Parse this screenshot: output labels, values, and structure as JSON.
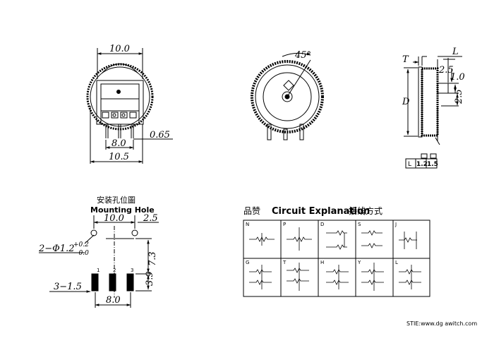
{
  "front_view": {
    "width_dim": "10.0",
    "pin_pitch_dim": "8.0",
    "pin_thickness_dim": "0.65",
    "overall_dim": "10.5"
  },
  "knob_view": {
    "angle_dim": "45°"
  },
  "side_view": {
    "t_label": "T",
    "l_label": "L",
    "d_label": "D",
    "dim_2_5_top": "2.5",
    "dim_1_0": "1.0",
    "dim_2_5_side": "2.5",
    "table_headers": [
      "L",
      "1.2",
      "1.5"
    ]
  },
  "mounting": {
    "title_cn": "安装孔位圖",
    "title_en": "Mounting Hole",
    "dim_10_0": "10.0",
    "dim_2_5": "2.5",
    "hole_dim": "2−Φ1.2",
    "tol_plus": "+0.2",
    "tol_minus": "−0.0",
    "dim_7_3": "7.3",
    "dim_3_9": "3.9",
    "slot_dim": "3−1.5",
    "dim_8_0": "8.0",
    "pin_labels": [
      "1",
      "2",
      "3"
    ]
  },
  "circuit": {
    "title_cn_left": "品赞",
    "title_en": "Circuit Explanation",
    "title_cn_right": "接线方式",
    "cells": [
      "N",
      "P",
      "D",
      "S",
      "J",
      "G",
      "T",
      "H",
      "Y",
      "L"
    ]
  },
  "footer": {
    "site_text": "STIE:www.dg   awitch.com"
  }
}
